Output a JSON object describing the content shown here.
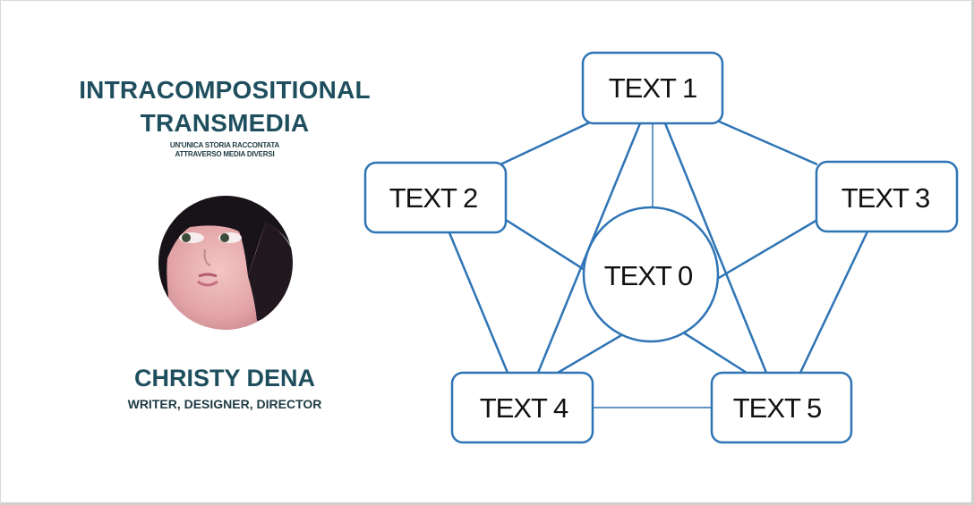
{
  "title": {
    "line1": "INTRACOMPOSITIONAL",
    "line2": "TRANSMEDIA"
  },
  "subtitle": {
    "line1": "UN'UNICA STORIA RACCONTATA",
    "line2": "ATTRAVERSO MEDIA DIVERSI"
  },
  "person": {
    "name": "CHRISTY DENA",
    "role": "WRITER, DESIGNER, DIRECTOR"
  },
  "diagram": {
    "stroke_color": "#2e74b5",
    "nodes": {
      "center": "TEXT 0",
      "top": "TEXT 1",
      "left": "TEXT 2",
      "right": "TEXT 3",
      "bottom_left": "TEXT 4",
      "bottom_right": "TEXT 5"
    }
  }
}
